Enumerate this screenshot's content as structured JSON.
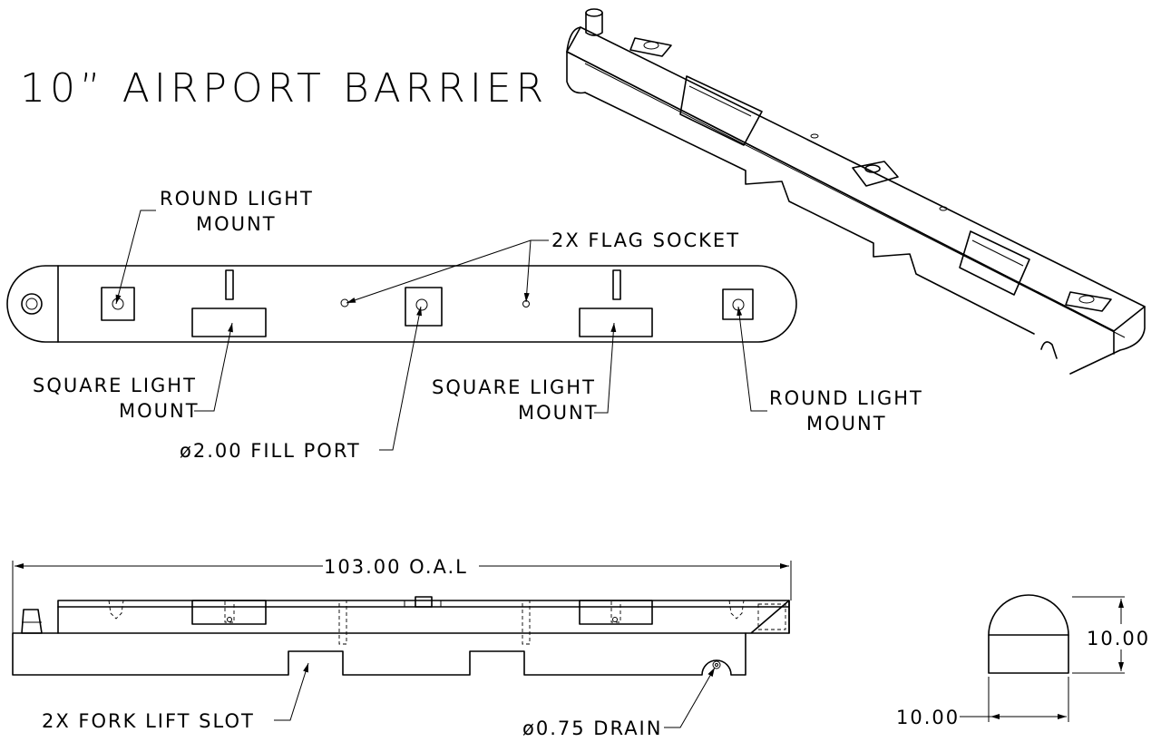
{
  "title": "10” AIRPORT BARRIER",
  "labels": {
    "round_light_1": [
      "ROUND LIGHT",
      "MOUNT"
    ],
    "flag_socket": "2X FLAG SOCKET",
    "square_light_1": [
      "SQUARE LIGHT",
      "MOUNT"
    ],
    "square_light_2": [
      "SQUARE LIGHT",
      "MOUNT"
    ],
    "round_light_2": [
      "ROUND LIGHT",
      "MOUNT"
    ],
    "fill_port": "ø2.00 FILL PORT",
    "oal": "103.00 O.A.L",
    "fork_lift": "2X FORK LIFT SLOT",
    "drain": "ø0.75 DRAIN",
    "height_dim": "10.00",
    "width_dim": "10.00"
  }
}
